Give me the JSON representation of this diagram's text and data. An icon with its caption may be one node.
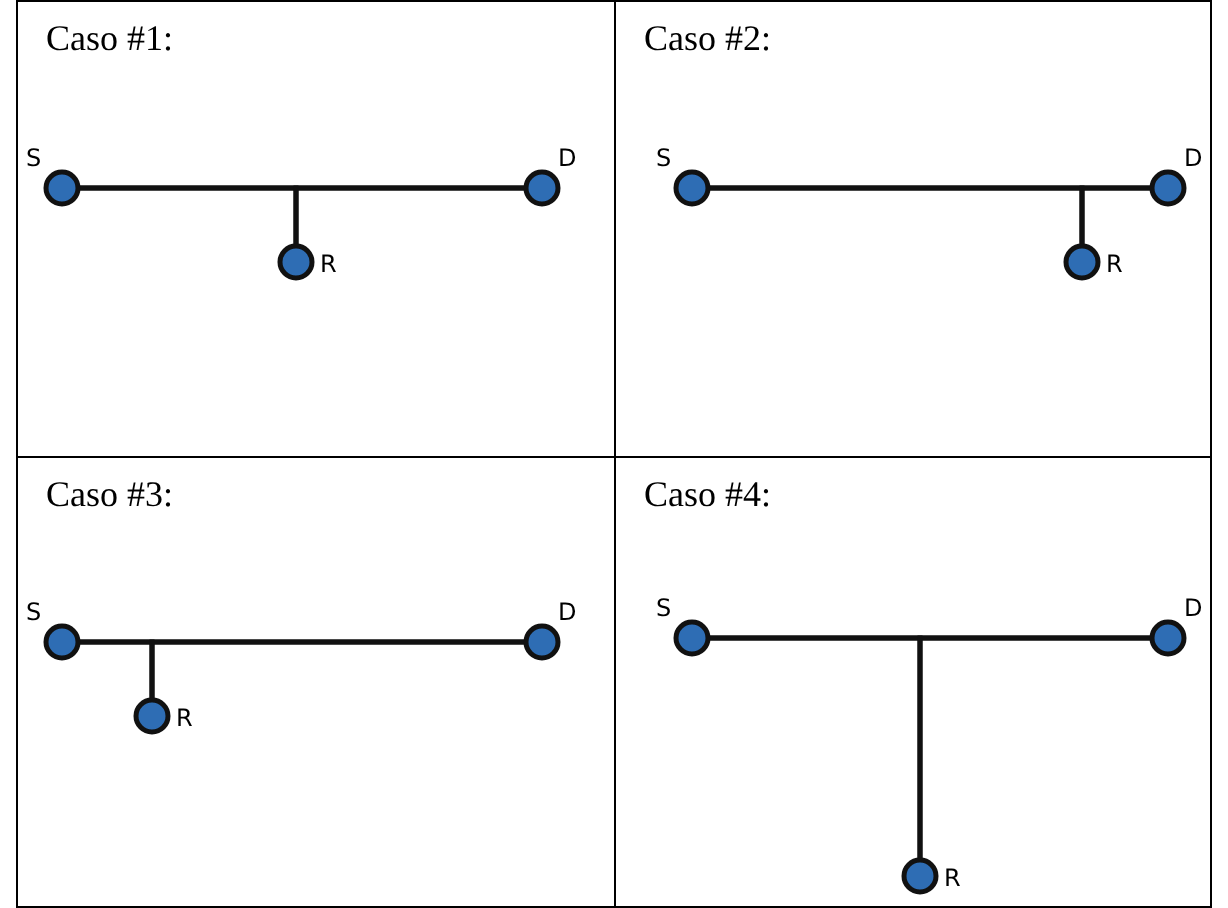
{
  "diagram": {
    "nodes": [
      {
        "text": [
          "Caso #1:"
        ]
      },
      {
        "text": [
          "S"
        ],
        "in": 0
      },
      {
        "text": [
          "D"
        ],
        "in": 0
      },
      {
        "text": [
          "R"
        ],
        "in": 0
      },
      {
        "text": [
          "Caso #2:"
        ]
      },
      {
        "text": [
          "S"
        ],
        "in": 4
      },
      {
        "text": [
          "D"
        ],
        "in": 4
      },
      {
        "text": [
          "R"
        ],
        "in": 4
      },
      {
        "text": [
          "Caso #3:"
        ]
      },
      {
        "text": [
          "S"
        ],
        "in": 8
      },
      {
        "text": [
          "D"
        ],
        "in": 8
      },
      {
        "text": [
          "R"
        ],
        "in": 8
      },
      {
        "text": [
          "Caso #4:"
        ]
      },
      {
        "text": [
          "S"
        ],
        "in": 12
      },
      {
        "text": [
          "D"
        ],
        "in": 12
      },
      {
        "text": [
          "R"
        ],
        "in": 12
      }
    ],
    "edges": [
      {
        "from": 1,
        "to": 2,
        "arrow": "none"
      },
      {
        "from": 1,
        "to": 3,
        "arrow": "none"
      },
      {
        "from": 2,
        "to": 3,
        "arrow": "none"
      },
      {
        "from": 5,
        "to": 6,
        "arrow": "none"
      },
      {
        "from": 5,
        "to": 7,
        "arrow": "none"
      },
      {
        "from": 6,
        "to": 7,
        "arrow": "none"
      },
      {
        "from": 9,
        "to": 10,
        "arrow": "none"
      },
      {
        "from": 9,
        "to": 11,
        "arrow": "none"
      },
      {
        "from": 10,
        "to": 11,
        "arrow": "none"
      },
      {
        "from": 13,
        "to": 14,
        "arrow": "none"
      },
      {
        "from": 13,
        "to": 15,
        "arrow": "none"
      },
      {
        "from": 14,
        "to": 15,
        "arrow": "none"
      }
    ]
  }
}
